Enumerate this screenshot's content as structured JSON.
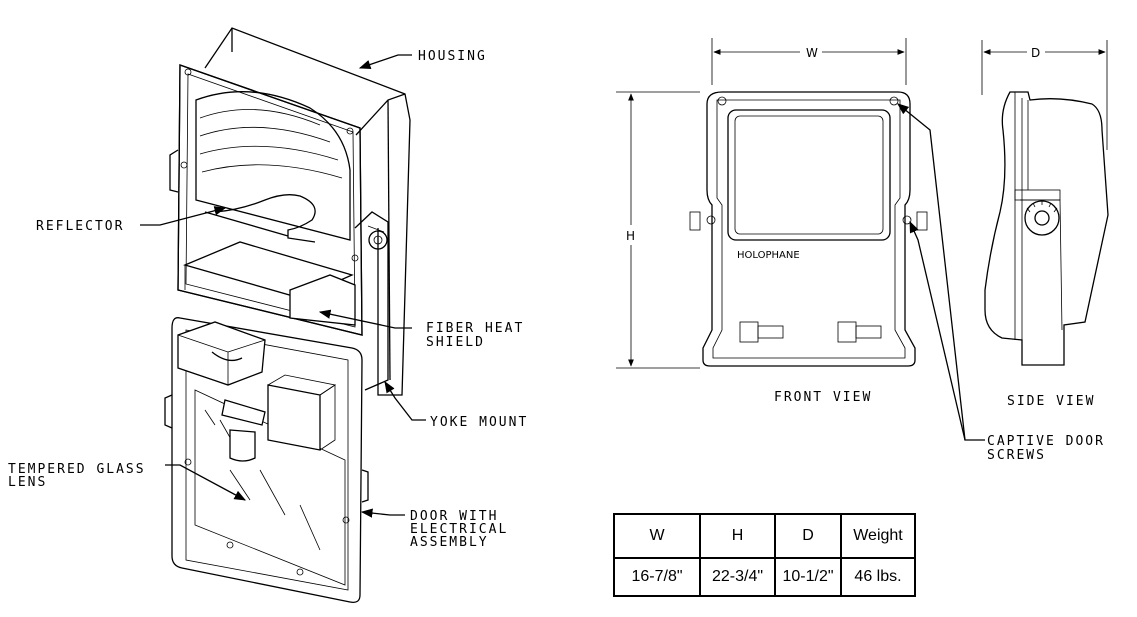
{
  "labels": {
    "housing": "HOUSING",
    "reflector": "REFLECTOR",
    "fiber_heat_shield": [
      "FIBER HEAT",
      "SHIELD"
    ],
    "yoke_mount": "YOKE MOUNT",
    "tempered_glass_lens": [
      "TEMPERED GLASS",
      "LENS"
    ],
    "door_assembly": [
      "DOOR WITH",
      "ELECTRICAL",
      "ASSEMBLY"
    ],
    "front_view": "FRONT VIEW",
    "side_view": "SIDE VIEW",
    "captive_door_screws": [
      "CAPTIVE DOOR",
      "SCREWS"
    ],
    "brand": "HOLOPHANE"
  },
  "dimensions": {
    "w": "W",
    "h": "H",
    "d": "D"
  },
  "spec_table": {
    "headers": [
      "W",
      "H",
      "D",
      "Weight"
    ],
    "values": [
      "16-7/8\"",
      "22-3/4\"",
      "10-1/2\"",
      "46 lbs."
    ]
  }
}
